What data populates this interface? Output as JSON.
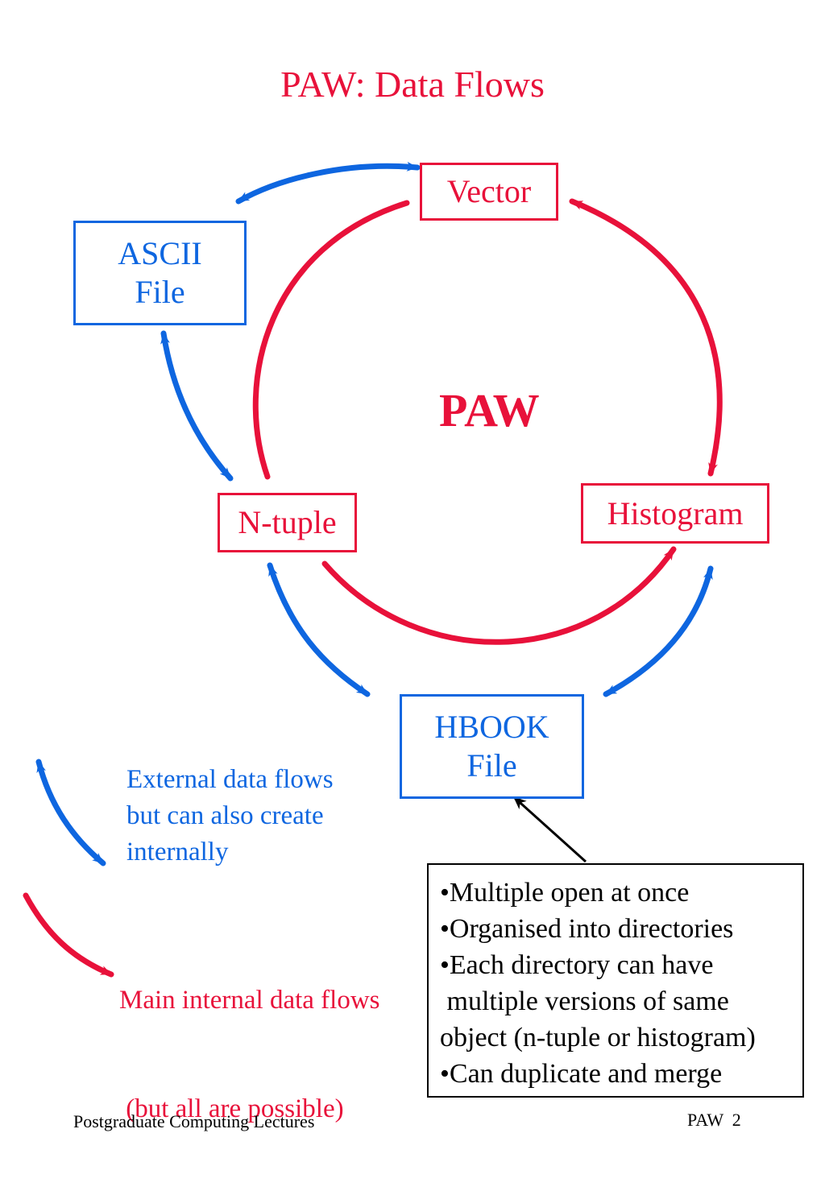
{
  "title": "PAW: Data Flows",
  "center_label": "PAW",
  "nodes": {
    "vector": "Vector",
    "ascii_line1": "ASCII",
    "ascii_line2": "File",
    "ntuple": "N-tuple",
    "histogram": "Histogram",
    "hbook_line1": "HBOOK",
    "hbook_line2": "File"
  },
  "legend": {
    "external": [
      "External data flows",
      "but can also create",
      "internally"
    ],
    "internal": [
      "Main internal data flows",
      " (but all are possible)"
    ]
  },
  "note": {
    "lines": [
      "•Multiple open at once",
      "•Organised into directories",
      "•Each directory can have",
      " multiple versions of same",
      "object (n-tuple or histogram)",
      "•Can duplicate and merge"
    ]
  },
  "footer": {
    "left": "Postgraduate Computing Lectures",
    "right": "PAW  2"
  },
  "colors": {
    "internal": "#e8113a",
    "external": "#0e66e0",
    "note": "#000000"
  }
}
